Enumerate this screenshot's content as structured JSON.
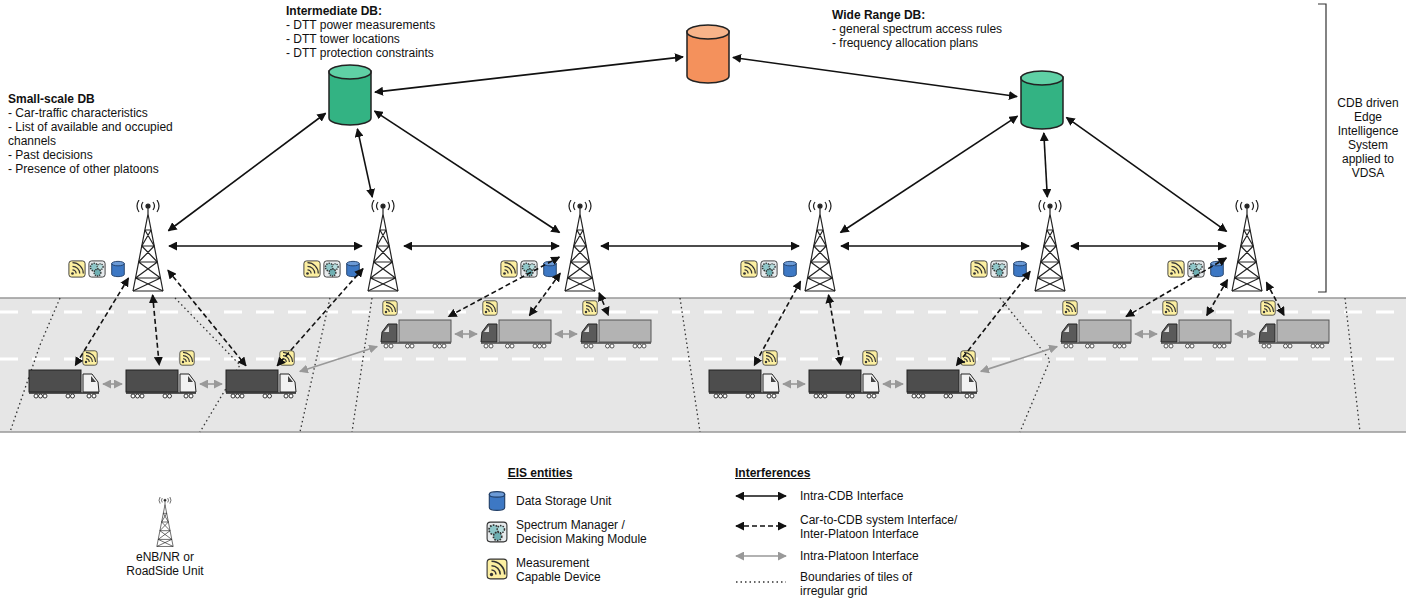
{
  "diagram": {
    "nodes": [
      {
        "text": [
          "Intermediate DB:",
          "- DTT power measurements",
          "- DTT tower locations",
          "- DTT protection constraints"
        ]
      },
      {
        "text": [
          "Wide Range DB:",
          "- general spectrum access rules",
          "- frequency allocation plans"
        ]
      },
      {
        "text": []
      },
      {
        "text": []
      },
      {
        "text": []
      },
      {
        "text": []
      },
      {
        "text": []
      },
      {
        "text": []
      },
      {
        "text": []
      },
      {
        "text": []
      },
      {
        "text": []
      },
      {
        "text": []
      },
      {
        "text": []
      },
      {
        "text": []
      },
      {
        "text": []
      },
      {
        "text": []
      },
      {
        "text": []
      },
      {
        "text": []
      },
      {
        "text": []
      },
      {
        "text": []
      },
      {
        "text": []
      }
    ],
    "edges": [
      {
        "from": 0,
        "to": 1,
        "arrow": "both"
      },
      {
        "from": 1,
        "to": 2,
        "arrow": "both"
      },
      {
        "from": 0,
        "to": 3,
        "arrow": "both"
      },
      {
        "from": 0,
        "to": 4,
        "arrow": "both"
      },
      {
        "from": 0,
        "to": 5,
        "arrow": "both"
      },
      {
        "from": 2,
        "to": 6,
        "arrow": "both"
      },
      {
        "from": 2,
        "to": 7,
        "arrow": "both"
      },
      {
        "from": 2,
        "to": 8,
        "arrow": "both"
      },
      {
        "from": 3,
        "to": 4,
        "arrow": "both"
      },
      {
        "from": 4,
        "to": 5,
        "arrow": "both"
      },
      {
        "from": 5,
        "to": 6,
        "arrow": "both"
      },
      {
        "from": 6,
        "to": 7,
        "arrow": "both"
      },
      {
        "from": 7,
        "to": 8,
        "arrow": "both"
      },
      {
        "from": 3,
        "to": 9,
        "arrow": "both"
      },
      {
        "from": 3,
        "to": 10,
        "arrow": "both"
      },
      {
        "from": 3,
        "to": 11,
        "arrow": "both"
      },
      {
        "from": 4,
        "to": 11,
        "arrow": "both"
      },
      {
        "from": 5,
        "to": 12,
        "arrow": "both"
      },
      {
        "from": 5,
        "to": 13,
        "arrow": "both"
      },
      {
        "from": 5,
        "to": 14,
        "arrow": "both"
      },
      {
        "from": 6,
        "to": 15,
        "arrow": "both"
      },
      {
        "from": 6,
        "to": 16,
        "arrow": "both"
      },
      {
        "from": 7,
        "to": 17,
        "arrow": "both"
      },
      {
        "from": 8,
        "to": 18,
        "arrow": "both"
      },
      {
        "from": 8,
        "to": 19,
        "arrow": "both"
      },
      {
        "from": 8,
        "to": 20,
        "arrow": "both"
      },
      {
        "from": 9,
        "to": 10,
        "arrow": "both"
      },
      {
        "from": 10,
        "to": 11,
        "arrow": "both"
      },
      {
        "from": 11,
        "to": 12,
        "arrow": "both"
      },
      {
        "from": 12,
        "to": 13,
        "arrow": "both"
      },
      {
        "from": 13,
        "to": 14,
        "arrow": "both"
      },
      {
        "from": 15,
        "to": 16,
        "arrow": "both"
      },
      {
        "from": 16,
        "to": 17,
        "arrow": "both"
      },
      {
        "from": 17,
        "to": 18,
        "arrow": "both"
      },
      {
        "from": 18,
        "to": 19,
        "arrow": "both"
      },
      {
        "from": 19,
        "to": 20,
        "arrow": "both"
      }
    ],
    "labels": [
      "Small-scale DB",
      "- Car-traffic characteristics",
      "- List of available and occupied channels",
      "- Past decisions",
      "- Presence of other platoons",
      "CDB driven Edge Intelligence System applied to VDSA",
      "EIS entities",
      "Interferences"
    ],
    "legend": [
      {
        "text": "eNB/NR or RoadSide Unit"
      },
      {
        "text": "Data Storage Unit"
      },
      {
        "text": "Spectrum Manager / Decision Making Module"
      },
      {
        "text": "Measurement Capable Device"
      },
      {
        "text": "Intra-CDB Interface"
      },
      {
        "text": "Car-to-CDB system Interface/ Inter-Platoon Interface"
      },
      {
        "text": "Intra-Platoon Interface"
      },
      {
        "text": "Boundaries of tiles of irregular grid"
      }
    ]
  }
}
